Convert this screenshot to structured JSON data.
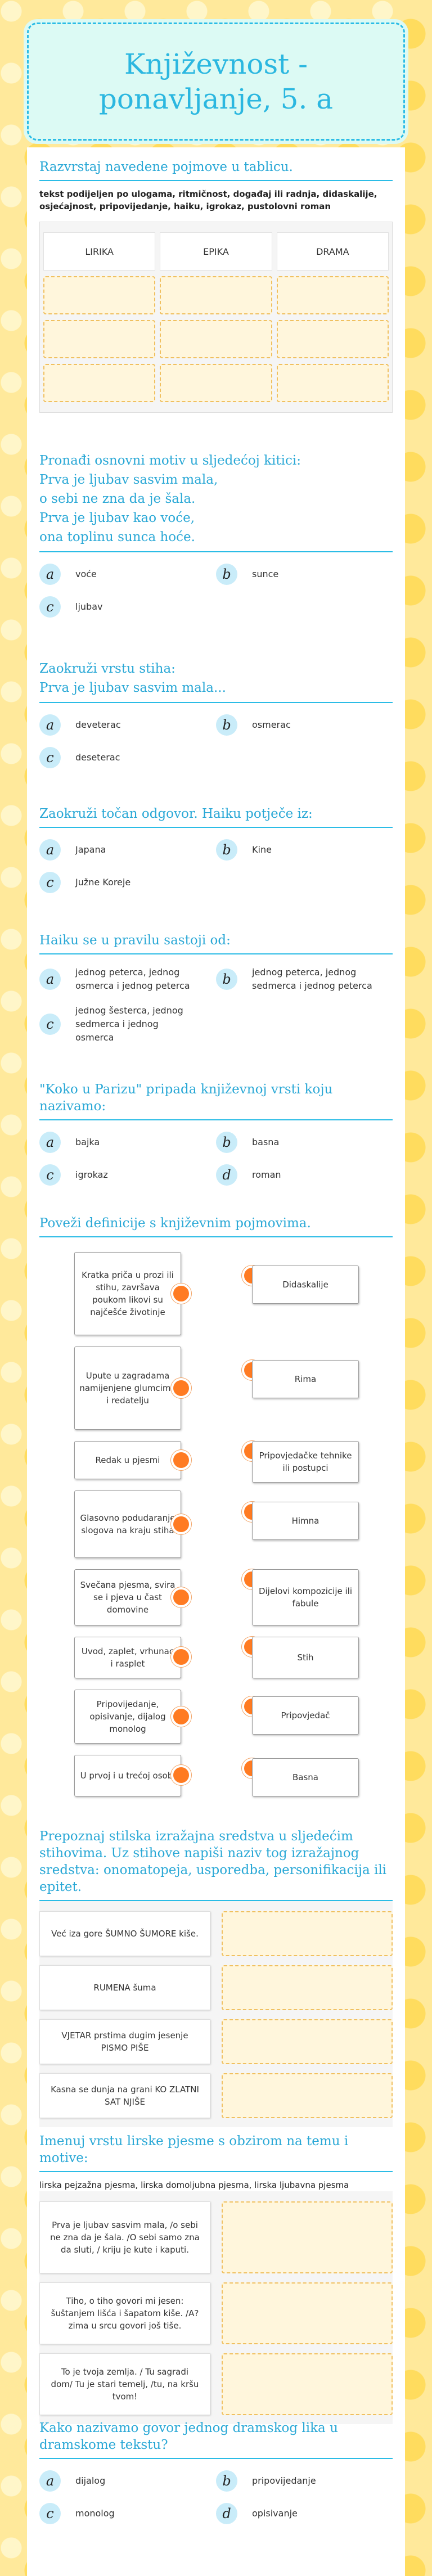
{
  "title": "Književnost - ponavljanje, 5. a",
  "q1": {
    "title": "Razvrstaj navedene pojmove u tablicu.",
    "words": "tekst podijeljen po ulogama, ritmičnost, događaj ili radnja, didaskalije, osjećajnost, pripovijedanje, haiku, igrokaz, pustolovni roman",
    "headers": [
      "LIRIKA",
      "EPIKA",
      "DRAMA"
    ]
  },
  "q2": {
    "title": "Pronađi osnovni motiv u sljedećoj kitici:",
    "lines": [
      "Prva je ljubav sasvim mala,",
      "o sebi ne zna da je šala.",
      "Prva je ljubav kao voće,",
      "ona toplinu sunca hoće."
    ],
    "options": [
      {
        "letter": "a",
        "text": "voće"
      },
      {
        "letter": "b",
        "text": "sunce"
      },
      {
        "letter": "c",
        "text": "ljubav"
      }
    ]
  },
  "q3": {
    "title": "Zaokruži vrstu stiha:",
    "sub": "Prva je ljubav sasvim mala...",
    "options": [
      {
        "letter": "a",
        "text": "deveterac"
      },
      {
        "letter": "b",
        "text": "osmerac"
      },
      {
        "letter": "c",
        "text": "deseterac"
      }
    ]
  },
  "q4": {
    "title": "Zaokruži točan odgovor. Haiku potječe iz:",
    "options": [
      {
        "letter": "a",
        "text": "Japana"
      },
      {
        "letter": "b",
        "text": "Kine"
      },
      {
        "letter": "c",
        "text": "Južne Koreje"
      }
    ]
  },
  "q5": {
    "title": "Haiku se u pravilu sastoji od:",
    "options": [
      {
        "letter": "a",
        "text": "jednog peterca, jednog osmerca i jednog peterca"
      },
      {
        "letter": "b",
        "text": "jednog peterca, jednog sedmerca i jednog peterca"
      },
      {
        "letter": "c",
        "text": "jednog šesterca, jednog sedmerca i jednog osmerca"
      }
    ]
  },
  "q6": {
    "title": "\"Koko u Parizu\" pripada književnoj vrsti koju nazivamo:",
    "options": [
      {
        "letter": "a",
        "text": "bajka"
      },
      {
        "letter": "b",
        "text": "basna"
      },
      {
        "letter": "c",
        "text": "igrokaz"
      },
      {
        "letter": "d",
        "text": "roman"
      }
    ]
  },
  "q7": {
    "title": "Poveži definicije s književnim pojmovima.",
    "left": [
      "Kratka priča u prozi ili stihu, završava poukom likovi su najčešće životinje",
      "Upute u zagradama namijenjene glumcima i redatelju",
      "Redak u pjesmi",
      "Glasovno podudaranje slogova na kraju stiha",
      "Svečana pjesma, svira se i pjeva u čast domovine",
      "Uvod, zaplet, vrhunac i rasplet",
      "Pripovijedanje, opisivanje, dijalog monolog",
      "U prvoj i u trećoj osobi"
    ],
    "right": [
      "Didaskalije",
      "Rima",
      "Pripovjedačke tehnike ili postupci",
      "Himna",
      "Dijelovi kompozicije ili fabule",
      "Stih",
      "Pripovjedač",
      "Basna"
    ]
  },
  "q8": {
    "title": "Prepoznaj stilska izražajna sredstva u sljedećim stihovima. Uz stihove napiši naziv tog izražajnog sredstva: onomatopeja, usporedba, personifikacija ili epitet.",
    "items": [
      "Već iza gore ŠUMNO ŠUMORE kiše.",
      "RUMENA šuma",
      "VJETAR prstima dugim jesenje PISMO PIŠE",
      "Kasna se dunja na grani KO ZLATNI SAT NJIŠE"
    ]
  },
  "q9": {
    "title": "Imenuj vrstu lirske pjesme s obzirom na temu i motive:",
    "list": "lirska pejzažna pjesma, lirska domoljubna pjesma, lirska ljubavna pjesma",
    "items": [
      "Prva je ljubav sasvim mala, /o sebi ne zna da je šala. /O sebi samo zna da sluti, / kriju je kute i kaputi.",
      "Tiho, o tiho govori mi jesen: šuštanjem lišća i šapatom kiše. /A? zima u srcu govori još tiše.",
      "To je tvoja zemlja. / Tu sagradi dom/ Tu je stari temelj, /tu, na kršu tvom!"
    ]
  },
  "q10": {
    "title": "Kako nazivamo govor jednog dramskog lika u dramskome tekstu?",
    "options": [
      {
        "letter": "a",
        "text": "dijalog"
      },
      {
        "letter": "b",
        "text": "pripovijedanje"
      },
      {
        "letter": "c",
        "text": "monolog"
      },
      {
        "letter": "d",
        "text": "opisivanje"
      }
    ]
  }
}
